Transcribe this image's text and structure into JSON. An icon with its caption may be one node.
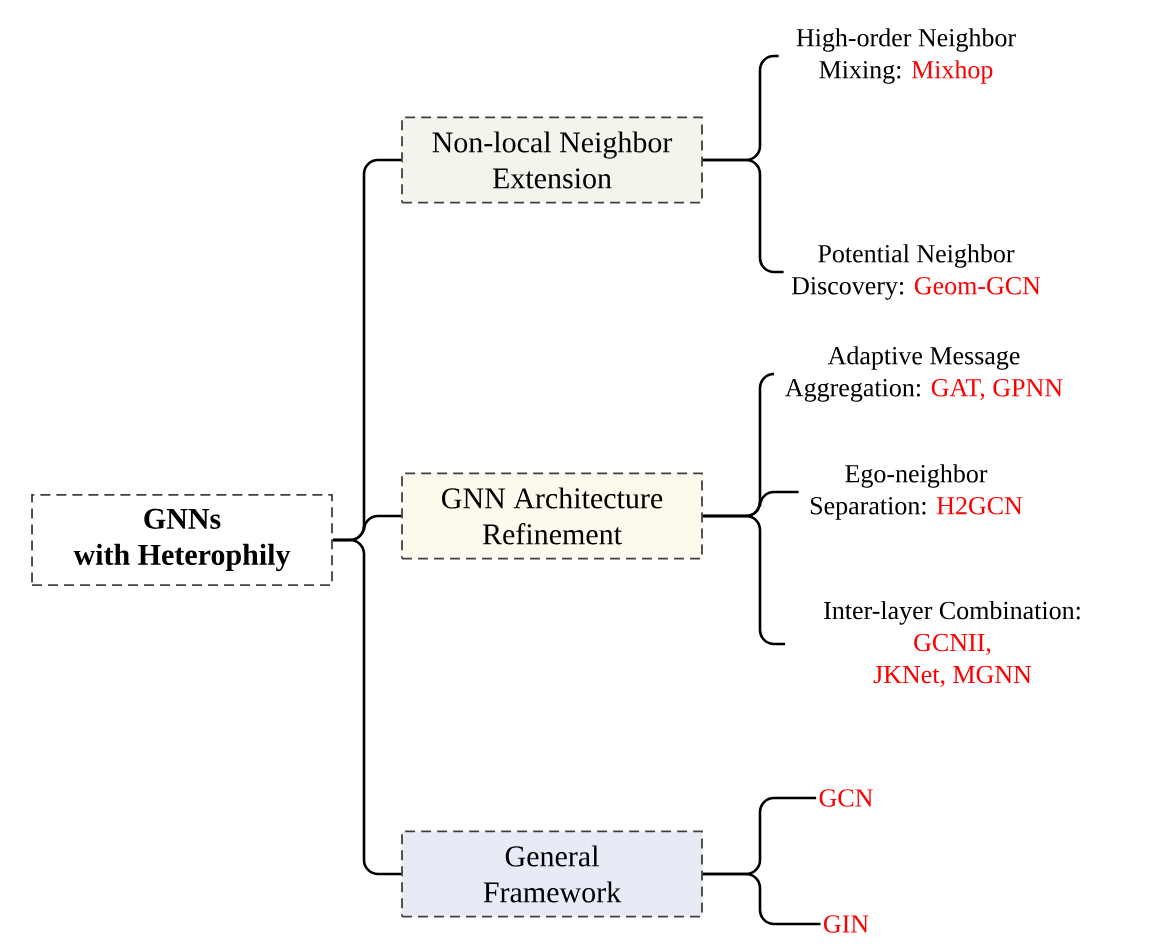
{
  "diagram": {
    "nodes": [
      {
        "text": [
          "GNNs with Heterophily"
        ]
      },
      {
        "text": [
          "Non-local Neighbor Extension"
        ]
      },
      {
        "text": [
          "GNN Architecture Refinement"
        ]
      },
      {
        "text": [
          "General Framework"
        ]
      },
      {
        "text": [
          "High-order Neighbor Mixing:",
          "Mixhop"
        ]
      },
      {
        "text": [
          "Potential Neighbor Discovery:",
          "Geom-GCN"
        ]
      },
      {
        "text": [
          "Adaptive Message Aggregation:",
          "GAT, GPNN"
        ]
      },
      {
        "text": [
          "Ego-neighbor Separation:",
          "H2GCN"
        ]
      },
      {
        "text": [
          "Inter-layer Combination:",
          "GCNII, JKNet, MGNN"
        ]
      },
      {
        "text": [
          "GCN"
        ]
      },
      {
        "text": [
          "GIN"
        ]
      }
    ],
    "edges": [
      {
        "from": 0,
        "to": 1,
        "arrow": "none"
      },
      {
        "from": 0,
        "to": 2,
        "arrow": "none"
      },
      {
        "from": 0,
        "to": 3,
        "arrow": "none"
      },
      {
        "from": 1,
        "to": 4,
        "arrow": "none"
      },
      {
        "from": 1,
        "to": 5,
        "arrow": "none"
      },
      {
        "from": 2,
        "to": 6,
        "arrow": "none"
      },
      {
        "from": 2,
        "to": 7,
        "arrow": "none"
      },
      {
        "from": 2,
        "to": 8,
        "arrow": "none"
      },
      {
        "from": 3,
        "to": 9,
        "arrow": "none"
      },
      {
        "from": 3,
        "to": 10,
        "arrow": "none"
      }
    ]
  }
}
